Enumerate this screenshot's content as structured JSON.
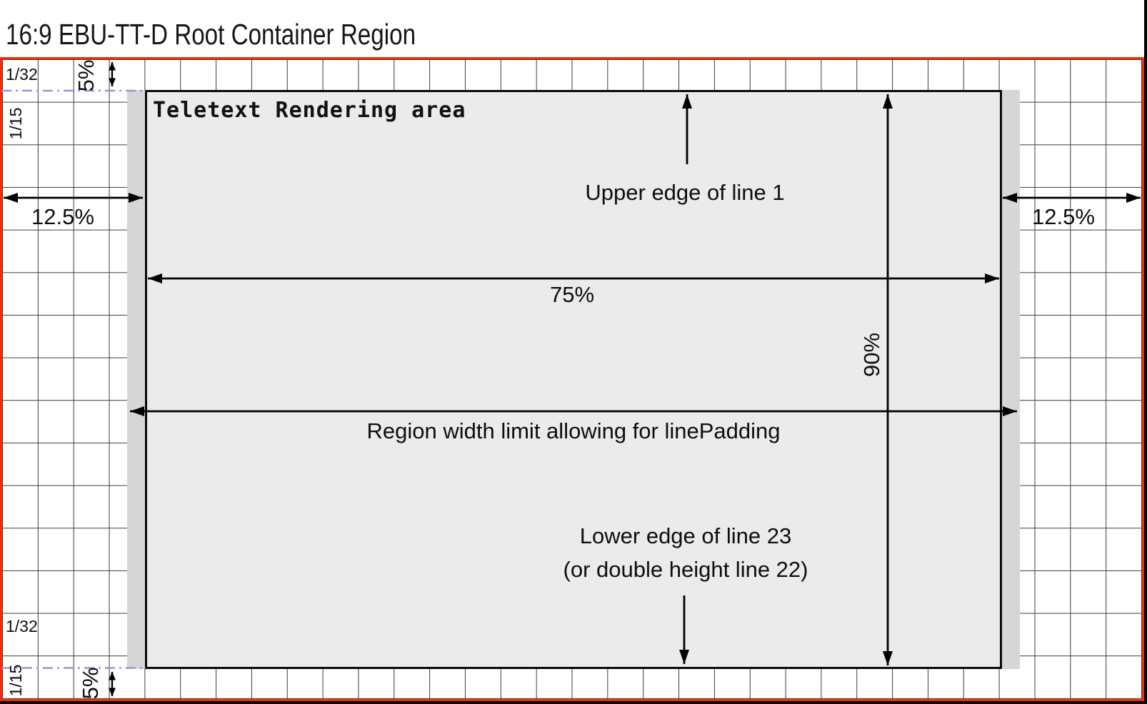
{
  "title": "16:9 EBU-TT-D Root Container Region",
  "teletext_area": {
    "label": "Teletext Rendering area"
  },
  "rulers": {
    "column_width_fraction": "1/32",
    "row_height_fraction": "1/15"
  },
  "measurements": {
    "top_offset": "5%",
    "bottom_offset": "5%",
    "left_margin": "12.5%",
    "right_margin": "12.5%",
    "area_width": "75%",
    "area_height": "90%"
  },
  "annotations": {
    "upper_edge": "Upper edge of line 1",
    "region_width_limit": "Region width limit allowing for linePadding",
    "lower_edge_line1": "Lower edge of line 23",
    "lower_edge_line2": "(or double height line 22)"
  },
  "grid": {
    "columns": 32,
    "rows": 15
  },
  "colors": {
    "root_border": "#f32d00",
    "area_fill": "#ebebeb",
    "line_padding_strip": "#d6d6d6",
    "grid_line": "#3d3d3d",
    "guide_line": "#9598d4",
    "arrow": "#000000"
  }
}
